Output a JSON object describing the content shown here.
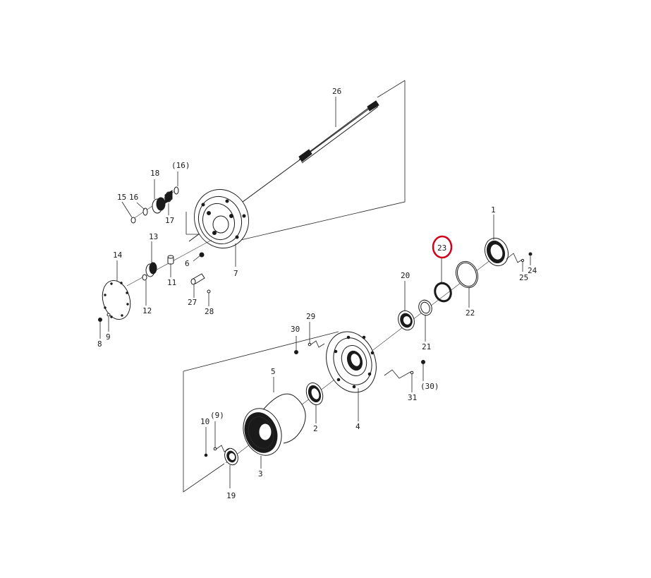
{
  "highlight": {
    "label": "23",
    "color": "#d0021b"
  },
  "labels": {
    "l1": "1",
    "l2": "2",
    "l3": "3",
    "l4": "4",
    "l5": "5",
    "l6": "6",
    "l7": "7",
    "l8": "8",
    "l9": "9",
    "l9p": "(9)",
    "l10": "10",
    "l11": "11",
    "l12": "12",
    "l13": "13",
    "l14": "14",
    "l15": "15",
    "l16": "16",
    "l16p": "(16)",
    "l17": "17",
    "l18": "18",
    "l19": "19",
    "l20": "20",
    "l21": "21",
    "l22": "22",
    "l23": "23",
    "l24": "24",
    "l25": "25",
    "l26": "26",
    "l27": "27",
    "l28": "28",
    "l29": "29",
    "l30": "30",
    "l30p": "(30)",
    "l31": "31"
  }
}
